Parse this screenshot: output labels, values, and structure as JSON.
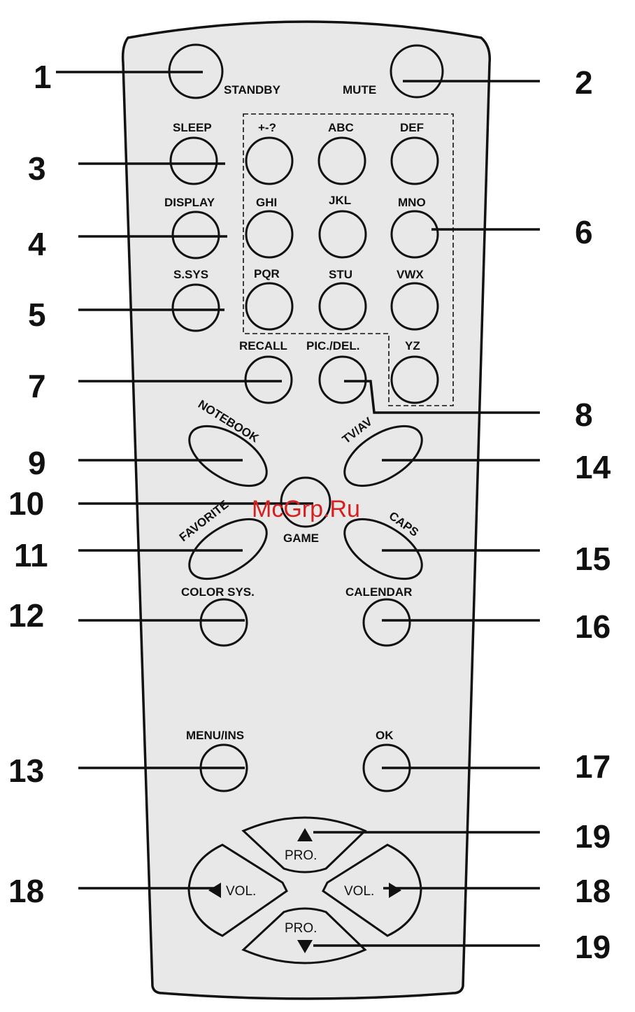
{
  "colors": {
    "body": "#e8e8e8",
    "ink": "#111111",
    "watermark": "#d62020"
  },
  "buttons": {
    "standby": "STANDBY",
    "mute": "MUTE",
    "sleep": "SLEEP",
    "display": "DISPLAY",
    "ssys": "S.SYS",
    "k1": "+-?",
    "k2": "ABC",
    "k3": "DEF",
    "k4": "GHI",
    "k5": "JKL",
    "k6": "MNO",
    "k7": "PQR",
    "k8": "STU",
    "k9": "VWX",
    "recall": "RECALL",
    "picdel": "PIC./DEL.",
    "yz": "YZ",
    "notebook": "NOTEBOOK",
    "tvav": "TV/AV",
    "game": "GAME",
    "favorite": "FAVORITE",
    "caps": "CAPS",
    "colorsys": "COLOR SYS.",
    "calendar": "CALENDAR",
    "menuins": "MENU/INS",
    "ok": "OK",
    "pro_up": "PRO.",
    "pro_down": "PRO.",
    "vol_left": "VOL.",
    "vol_right": "VOL."
  },
  "callouts": {
    "n1": "1",
    "n2": "2",
    "n3": "3",
    "n4": "4",
    "n5": "5",
    "n6": "6",
    "n7": "7",
    "n8": "8",
    "n9": "9",
    "n10": "10",
    "n11": "11",
    "n12": "12",
    "n13": "13",
    "n14": "14",
    "n15": "15",
    "n16": "16",
    "n17": "17",
    "n18a": "18",
    "n18b": "18",
    "n19a": "19",
    "n19b": "19"
  },
  "watermark": "McGrp.Ru"
}
